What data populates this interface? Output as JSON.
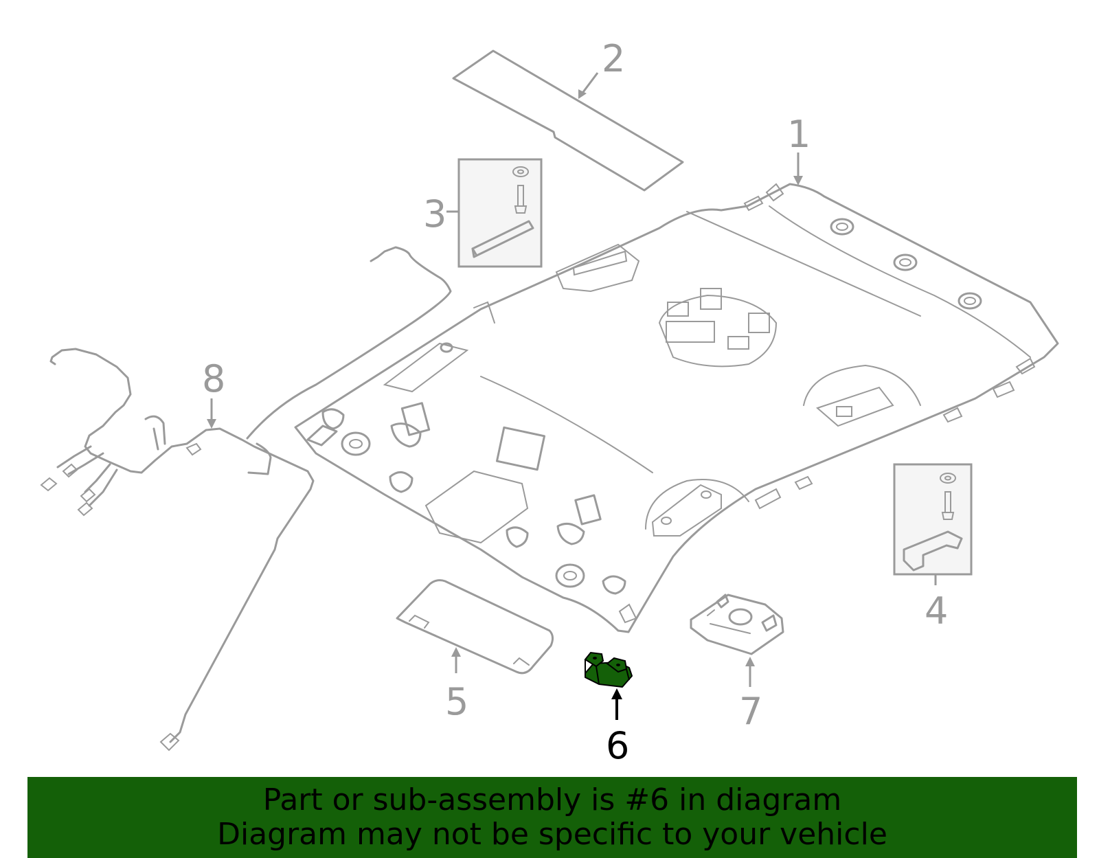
{
  "colors": {
    "line": "#9a9a9a",
    "highlight_part": "#146008",
    "banner_background": "#146008",
    "banner_text": "#000000",
    "highlight_callout": "#000000"
  },
  "callouts": {
    "c1": "1",
    "c2": "2",
    "c3": "3",
    "c4": "4",
    "c5": "5",
    "c6": "6",
    "c7": "7",
    "c8": "8"
  },
  "highlighted_callout": "6",
  "banner": {
    "line1": "Part or sub-assembly is #6 in diagram",
    "line2": "Diagram may not be specific to your vehicle"
  }
}
